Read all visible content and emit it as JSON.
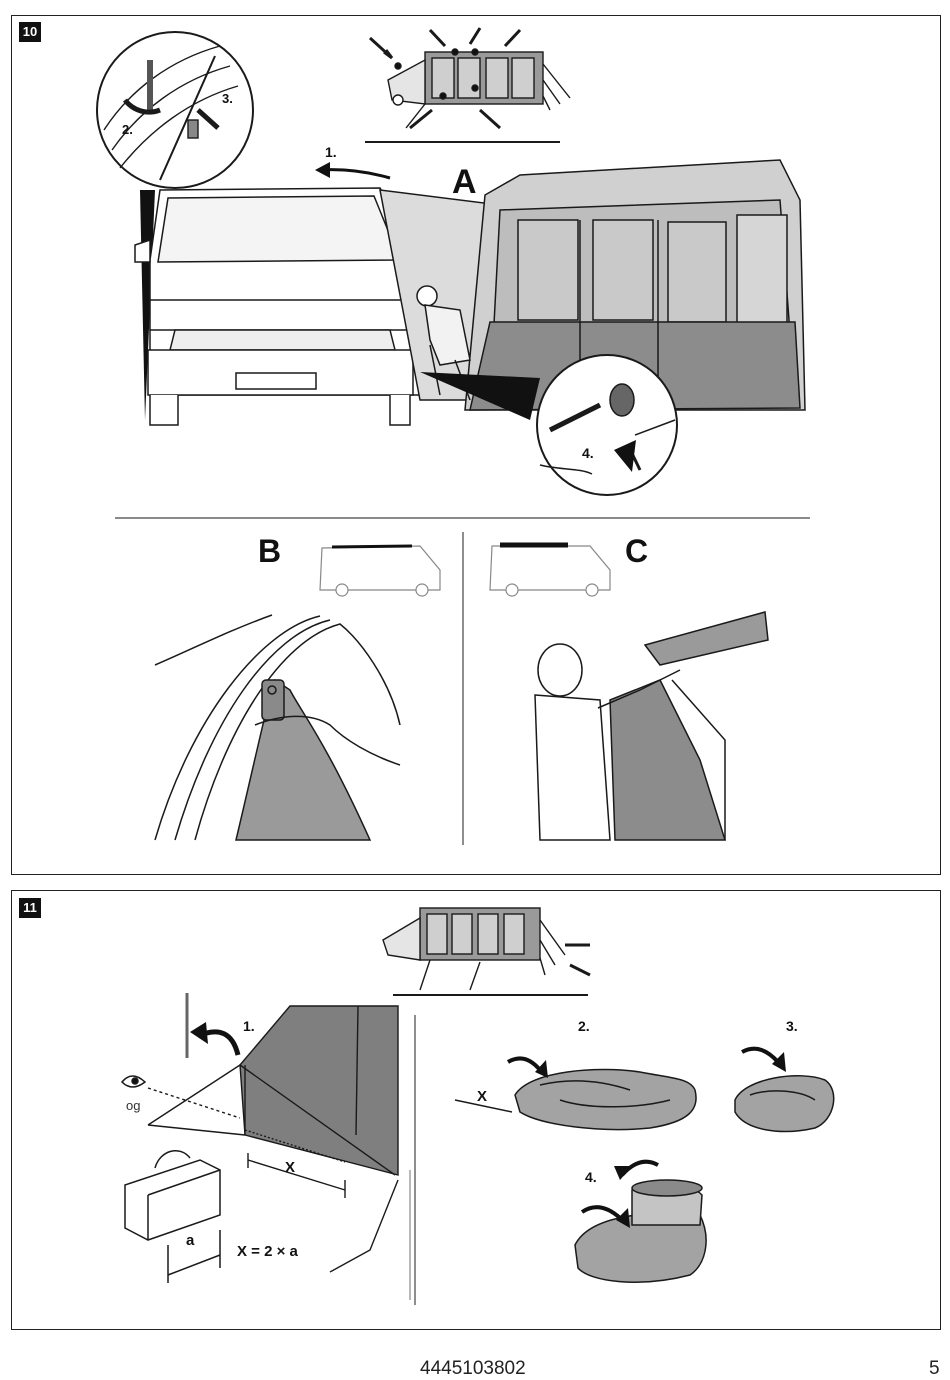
{
  "steps": [
    {
      "number": "10",
      "section_labels": [
        "A",
        "B",
        "C"
      ],
      "sub_steps": [
        "1.",
        "2.",
        "3.",
        "4."
      ]
    },
    {
      "number": "11",
      "sub_steps": [
        "1.",
        "2.",
        "3.",
        "4."
      ],
      "eye_label": "og",
      "dim_x": "X",
      "dim_a": "a",
      "formula": "X = 2 × a"
    }
  ],
  "footer": {
    "doc_number": "4445103802",
    "page_number": "5"
  },
  "colors": {
    "fabric_dark": "#7f7f7f",
    "fabric_light": "#bdbdbd",
    "fabric_mid": "#a3a3a3",
    "line": "#1a1a1a"
  }
}
